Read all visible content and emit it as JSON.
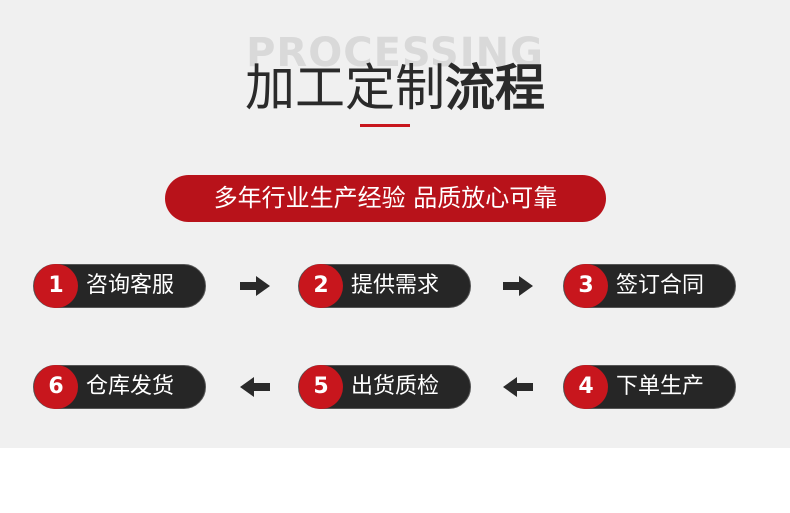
{
  "watermark": "PROCESSING",
  "title": {
    "light": "加工定制",
    "bold": "流程"
  },
  "banner": "多年行业生产经验 品质放心可靠",
  "steps": [
    {
      "num": "1",
      "label": "咨询客服"
    },
    {
      "num": "2",
      "label": "提供需求"
    },
    {
      "num": "3",
      "label": "签订合同"
    },
    {
      "num": "4",
      "label": "下单生产"
    },
    {
      "num": "5",
      "label": "出货质检"
    },
    {
      "num": "6",
      "label": "仓库发货"
    }
  ],
  "colors": {
    "accent": "#c8161d",
    "pill": "#262626",
    "background": "#f0f0f0"
  }
}
